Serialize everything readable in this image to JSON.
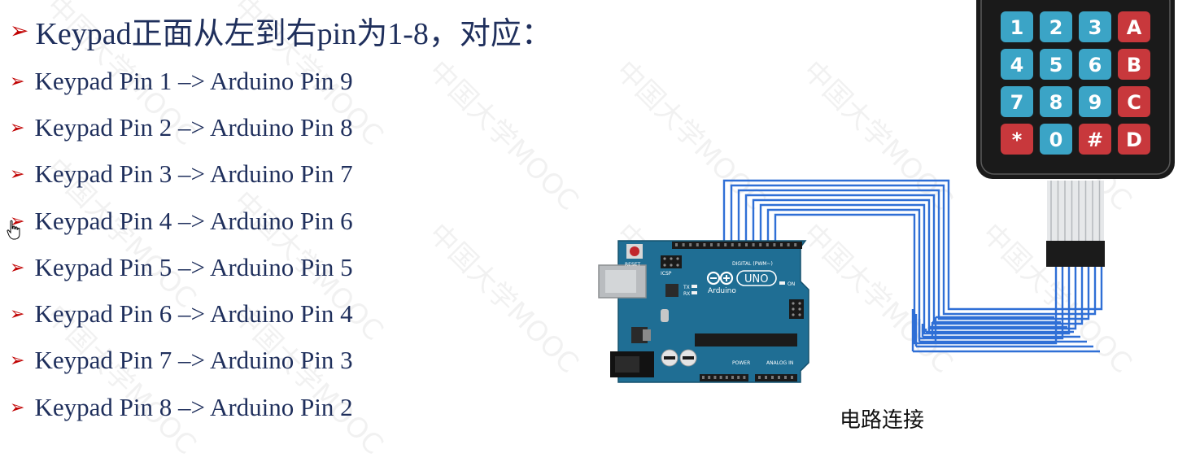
{
  "heading": "Keypad正面从左到右pin为1-8，对应：",
  "pin_mappings": [
    "Keypad Pin 1 –> Arduino Pin 9",
    "Keypad Pin 2 –> Arduino Pin 8",
    "Keypad Pin 3 –> Arduino Pin 7",
    "Keypad Pin 4 –> Arduino Pin 6",
    "Keypad Pin 5 –> Arduino Pin 5",
    "Keypad Pin 6 –> Arduino Pin 4",
    "Keypad Pin 7 –> Arduino Pin 3",
    "Keypad Pin 8 –> Arduino Pin 2"
  ],
  "bullet_glyph": "➢",
  "caption": "电路连接",
  "watermark": "中国大学MOOC",
  "keypad": {
    "keys": [
      "1",
      "2",
      "3",
      "A",
      "4",
      "5",
      "6",
      "B",
      "7",
      "8",
      "9",
      "C",
      "*",
      "0",
      "#",
      "D"
    ]
  },
  "arduino": {
    "logo_text": "Arduino",
    "model": "UNO",
    "labels": {
      "reset": "RESET",
      "icsp": "ICSP",
      "tx": "TX",
      "rx": "RX",
      "digital": "DIGITAL (PWM~)",
      "power": "POWER",
      "analog": "ANALOG IN",
      "on": "ON"
    }
  },
  "colors": {
    "text": "#1f2f5c",
    "bullet": "#c00000",
    "board": "#1f6e94",
    "wire": "#2f6fd6",
    "key_blue": "#3ba4c6",
    "key_red": "#c8383c",
    "keypad_body": "#1a1a1a"
  }
}
